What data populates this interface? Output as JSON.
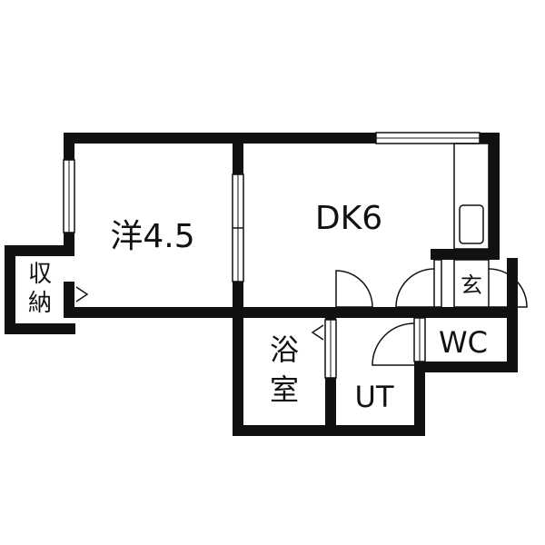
{
  "colors": {
    "wall": "#111111",
    "background": "#ffffff",
    "line": "#111111"
  },
  "rooms": {
    "western": "洋4.5",
    "dk": "DK6",
    "storage_line1": "収",
    "storage_line2": "納",
    "bath_line1": "浴",
    "bath_line2": "室",
    "utility": "UT",
    "toilet": "WC",
    "entrance": "玄"
  }
}
